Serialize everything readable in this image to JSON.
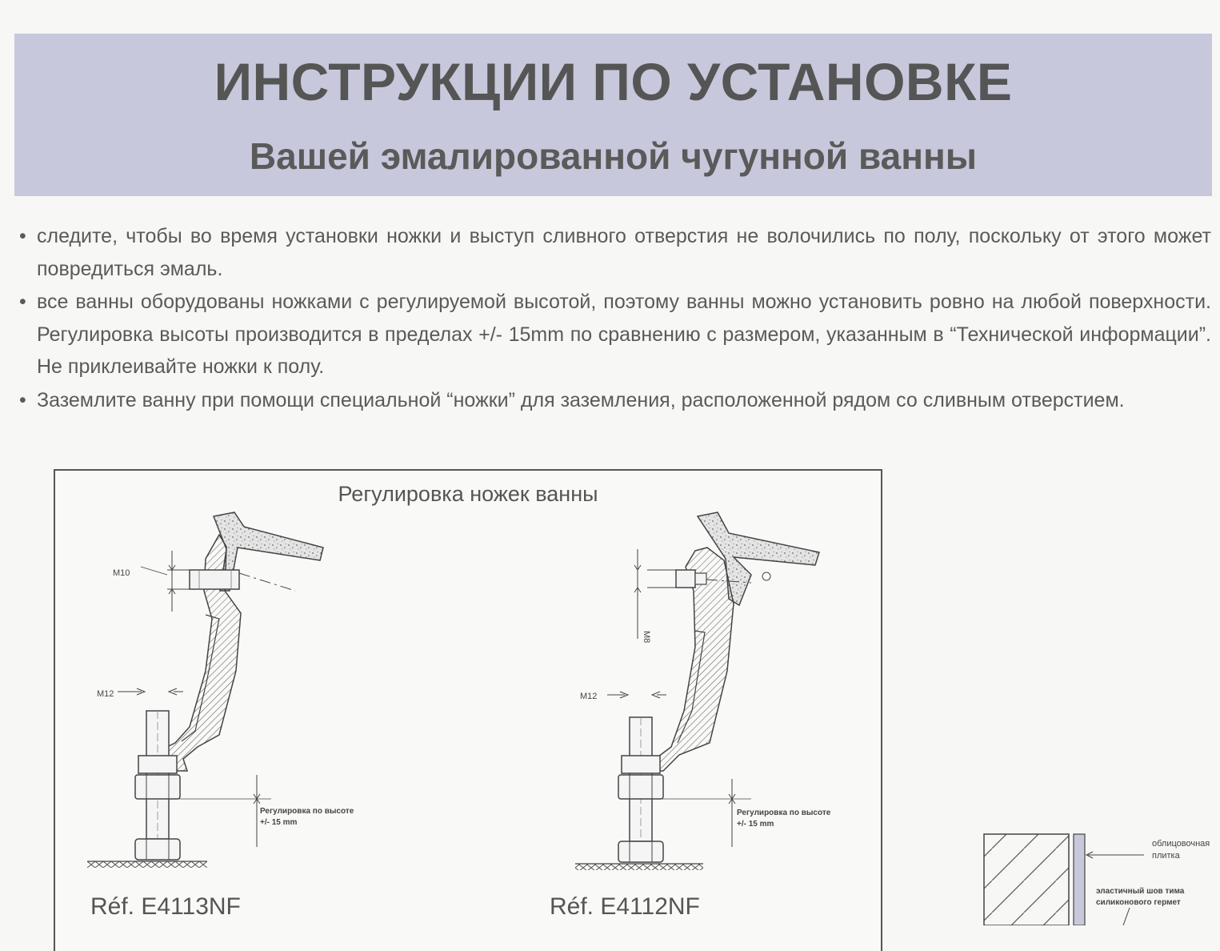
{
  "header": {
    "title": "ИНСТРУКЦИИ ПО УСТАНОВКЕ",
    "subtitle": "Вашей эмалированной чугунной ванны"
  },
  "bullets": [
    "следите, чтобы во время установки ножки и выступ сливного отверстия не волочились по полу, поскольку от этого может повредиться эмаль.",
    "все ванны оборудованы ножками с регулируемой высотой, поэтому ванны можно установить ровно на любой поверхности. Регулировка высоты производится в пределах +/- 15mm по сравнению с размером, указанным в “Технической информации”. Не приклеивайте ножки к полу.",
    "Заземлите ванну при помощи специальной “ножки” для заземления, расположенной рядом со сливным отверстием."
  ],
  "diagram": {
    "title": "Регулировка ножек ванны",
    "left": {
      "bolt_label": "M10",
      "stud_label": "M12",
      "adjust_line1": "Регулировка по высоте",
      "adjust_line2": "+/- 15 mm",
      "ref": "Réf. E4113NF"
    },
    "right": {
      "bolt_label": "M8",
      "stud_label": "M12",
      "adjust_line1": "Регулировка по высоте",
      "adjust_line2": "+/- 15 mm",
      "ref": "Réf. E4112NF"
    }
  },
  "side_diagram": {
    "tile_line1": "облицовочная",
    "tile_line2": "плитка",
    "seal_line1": "эластичный шов тима",
    "seal_line2": "силиконового гермет"
  },
  "colors": {
    "header_band": "#c8c8dc",
    "text": "#555555"
  }
}
